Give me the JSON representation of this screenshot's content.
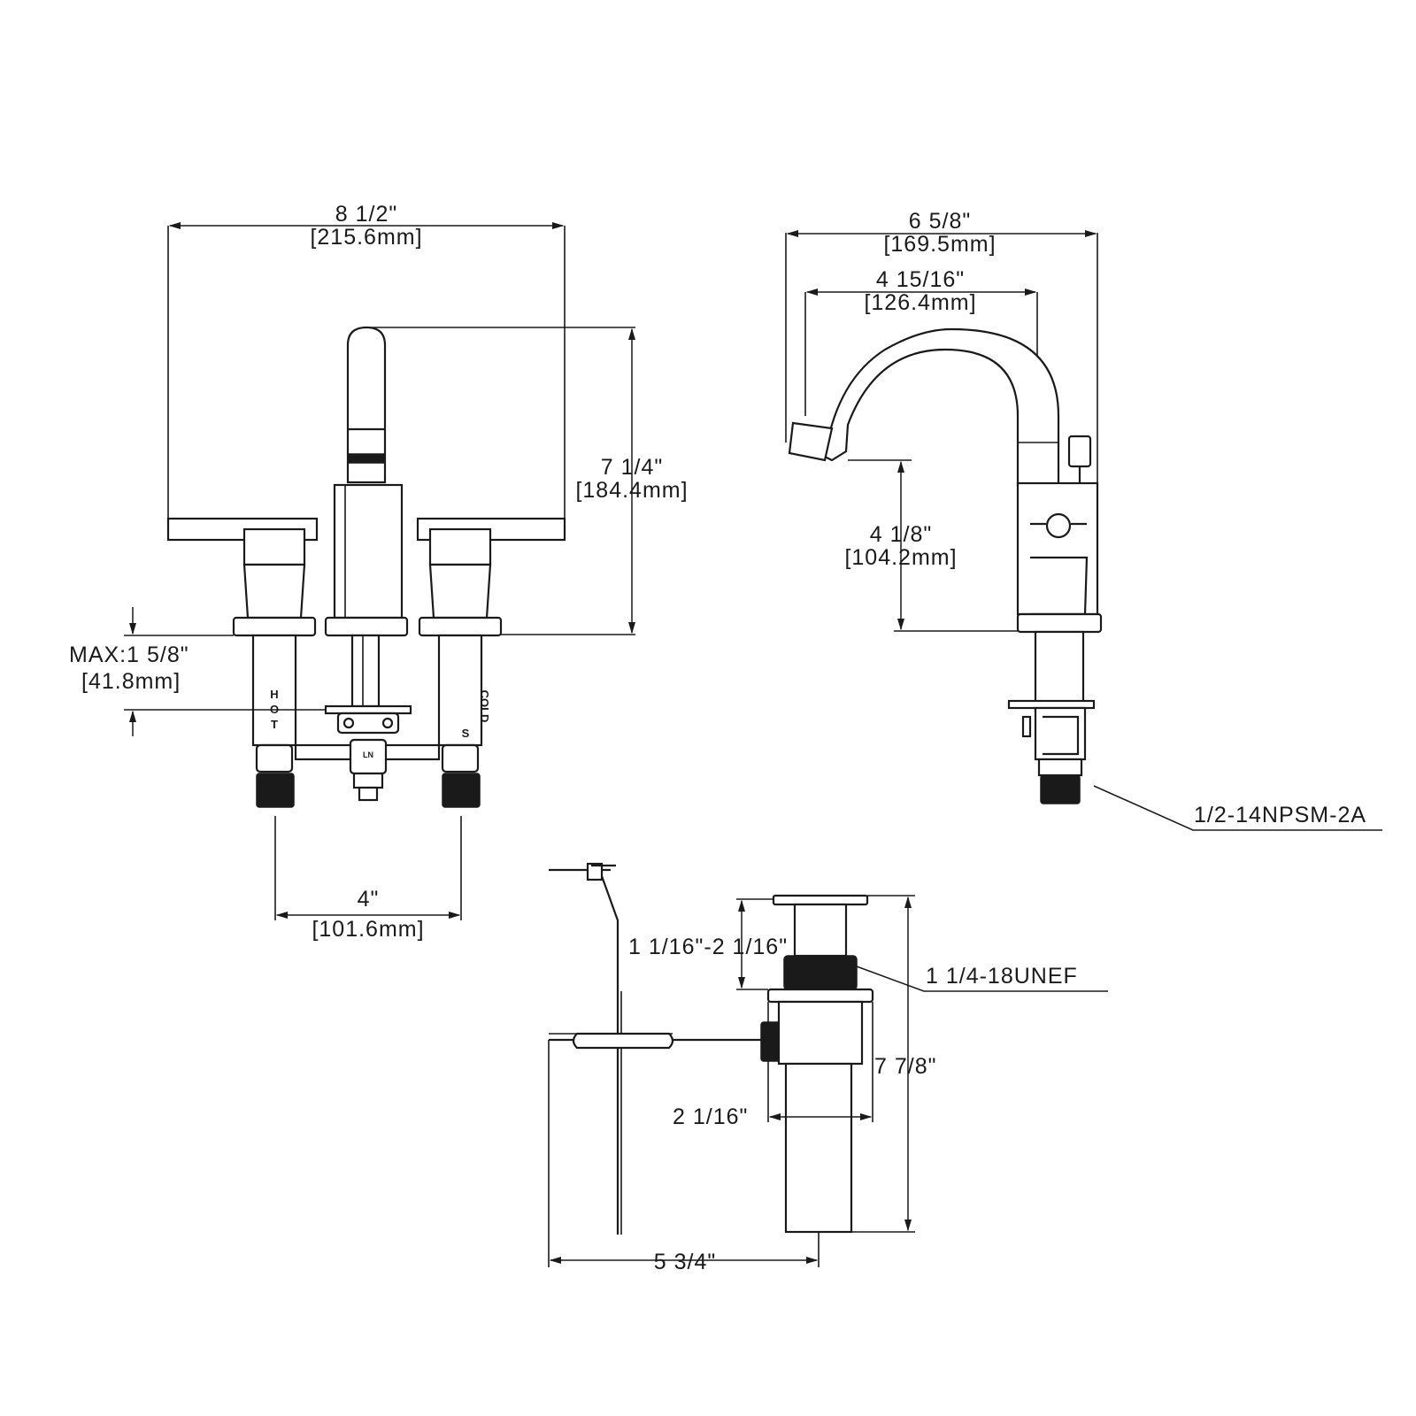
{
  "front_view": {
    "overall_width_in": "8 1/2\"",
    "overall_width_mm": "[215.6mm]",
    "height_in": "7 1/4\"",
    "height_mm": "[184.4mm]",
    "max_thickness_in": "MAX:1 5/8\"",
    "max_thickness_mm": "[41.8mm]",
    "center_spacing_in": "4\"",
    "center_spacing_mm": "[101.6mm]",
    "hot_label": [
      "H",
      "O",
      "T"
    ],
    "cold_label": "COLD",
    "cold_mark": "S",
    "center_mark": "LN"
  },
  "side_view": {
    "overall_depth_in": "6 5/8\"",
    "overall_depth_mm": "[169.5mm]",
    "spout_reach_in": "4 15/16\"",
    "spout_reach_mm": "[126.4mm]",
    "spout_height_in": "4 1/8\"",
    "spout_height_mm": "[104.2mm]",
    "thread_spec": "1/2-14NPSM-2A"
  },
  "drain_view": {
    "adjust_range": "1 1/16\"-2 1/16\"",
    "thread_spec": "1 1/4-18UNEF",
    "height": "7 7/8\"",
    "body_width": "2 1/16\"",
    "rod_length": "5 3/4\""
  },
  "colors": {
    "line": "#1a1a1a",
    "background": "#ffffff"
  }
}
